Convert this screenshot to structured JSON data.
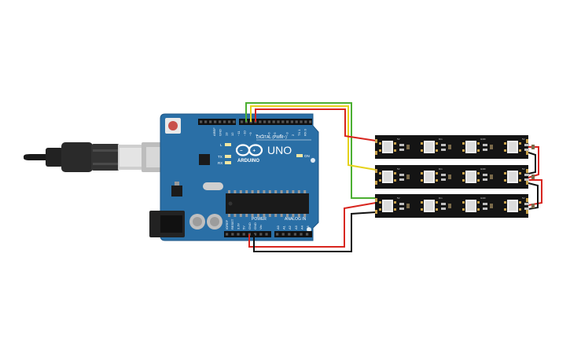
{
  "board": {
    "brand_logo_text": "UNO",
    "brand_name": "ARDUINO",
    "digital_header_label": "DIGITAL (PWM~)",
    "power_header_label": "POWER",
    "analog_header_label": "ANALOG IN",
    "on_label": "ON",
    "led_l_label": "L",
    "led_tx_label": "TX",
    "led_rx_label": "RX",
    "digital_pins": [
      "AREF",
      "GND",
      "13",
      "12",
      "~11",
      "~10",
      "~9",
      "8",
      "7",
      "~6",
      "~5",
      "4",
      "~3",
      "2",
      "TX 1",
      "RX 0"
    ],
    "power_pins": [
      "IOREF",
      "RESET",
      "3.3V",
      "5V",
      "GND",
      "GND",
      "Vin"
    ],
    "analog_pins": [
      "A0",
      "A1",
      "A2",
      "A3",
      "A4",
      "A5"
    ]
  },
  "strips": {
    "count": 3,
    "leds_per_strip": 4,
    "pad_labels": [
      "5V",
      "Din",
      "GND"
    ]
  },
  "colors": {
    "board": "#2a6fa6",
    "strip": "#141414",
    "wire_red": "#d8261f",
    "wire_green": "#4caf32",
    "wire_yellow": "#e6d21c",
    "wire_black": "#111111"
  }
}
